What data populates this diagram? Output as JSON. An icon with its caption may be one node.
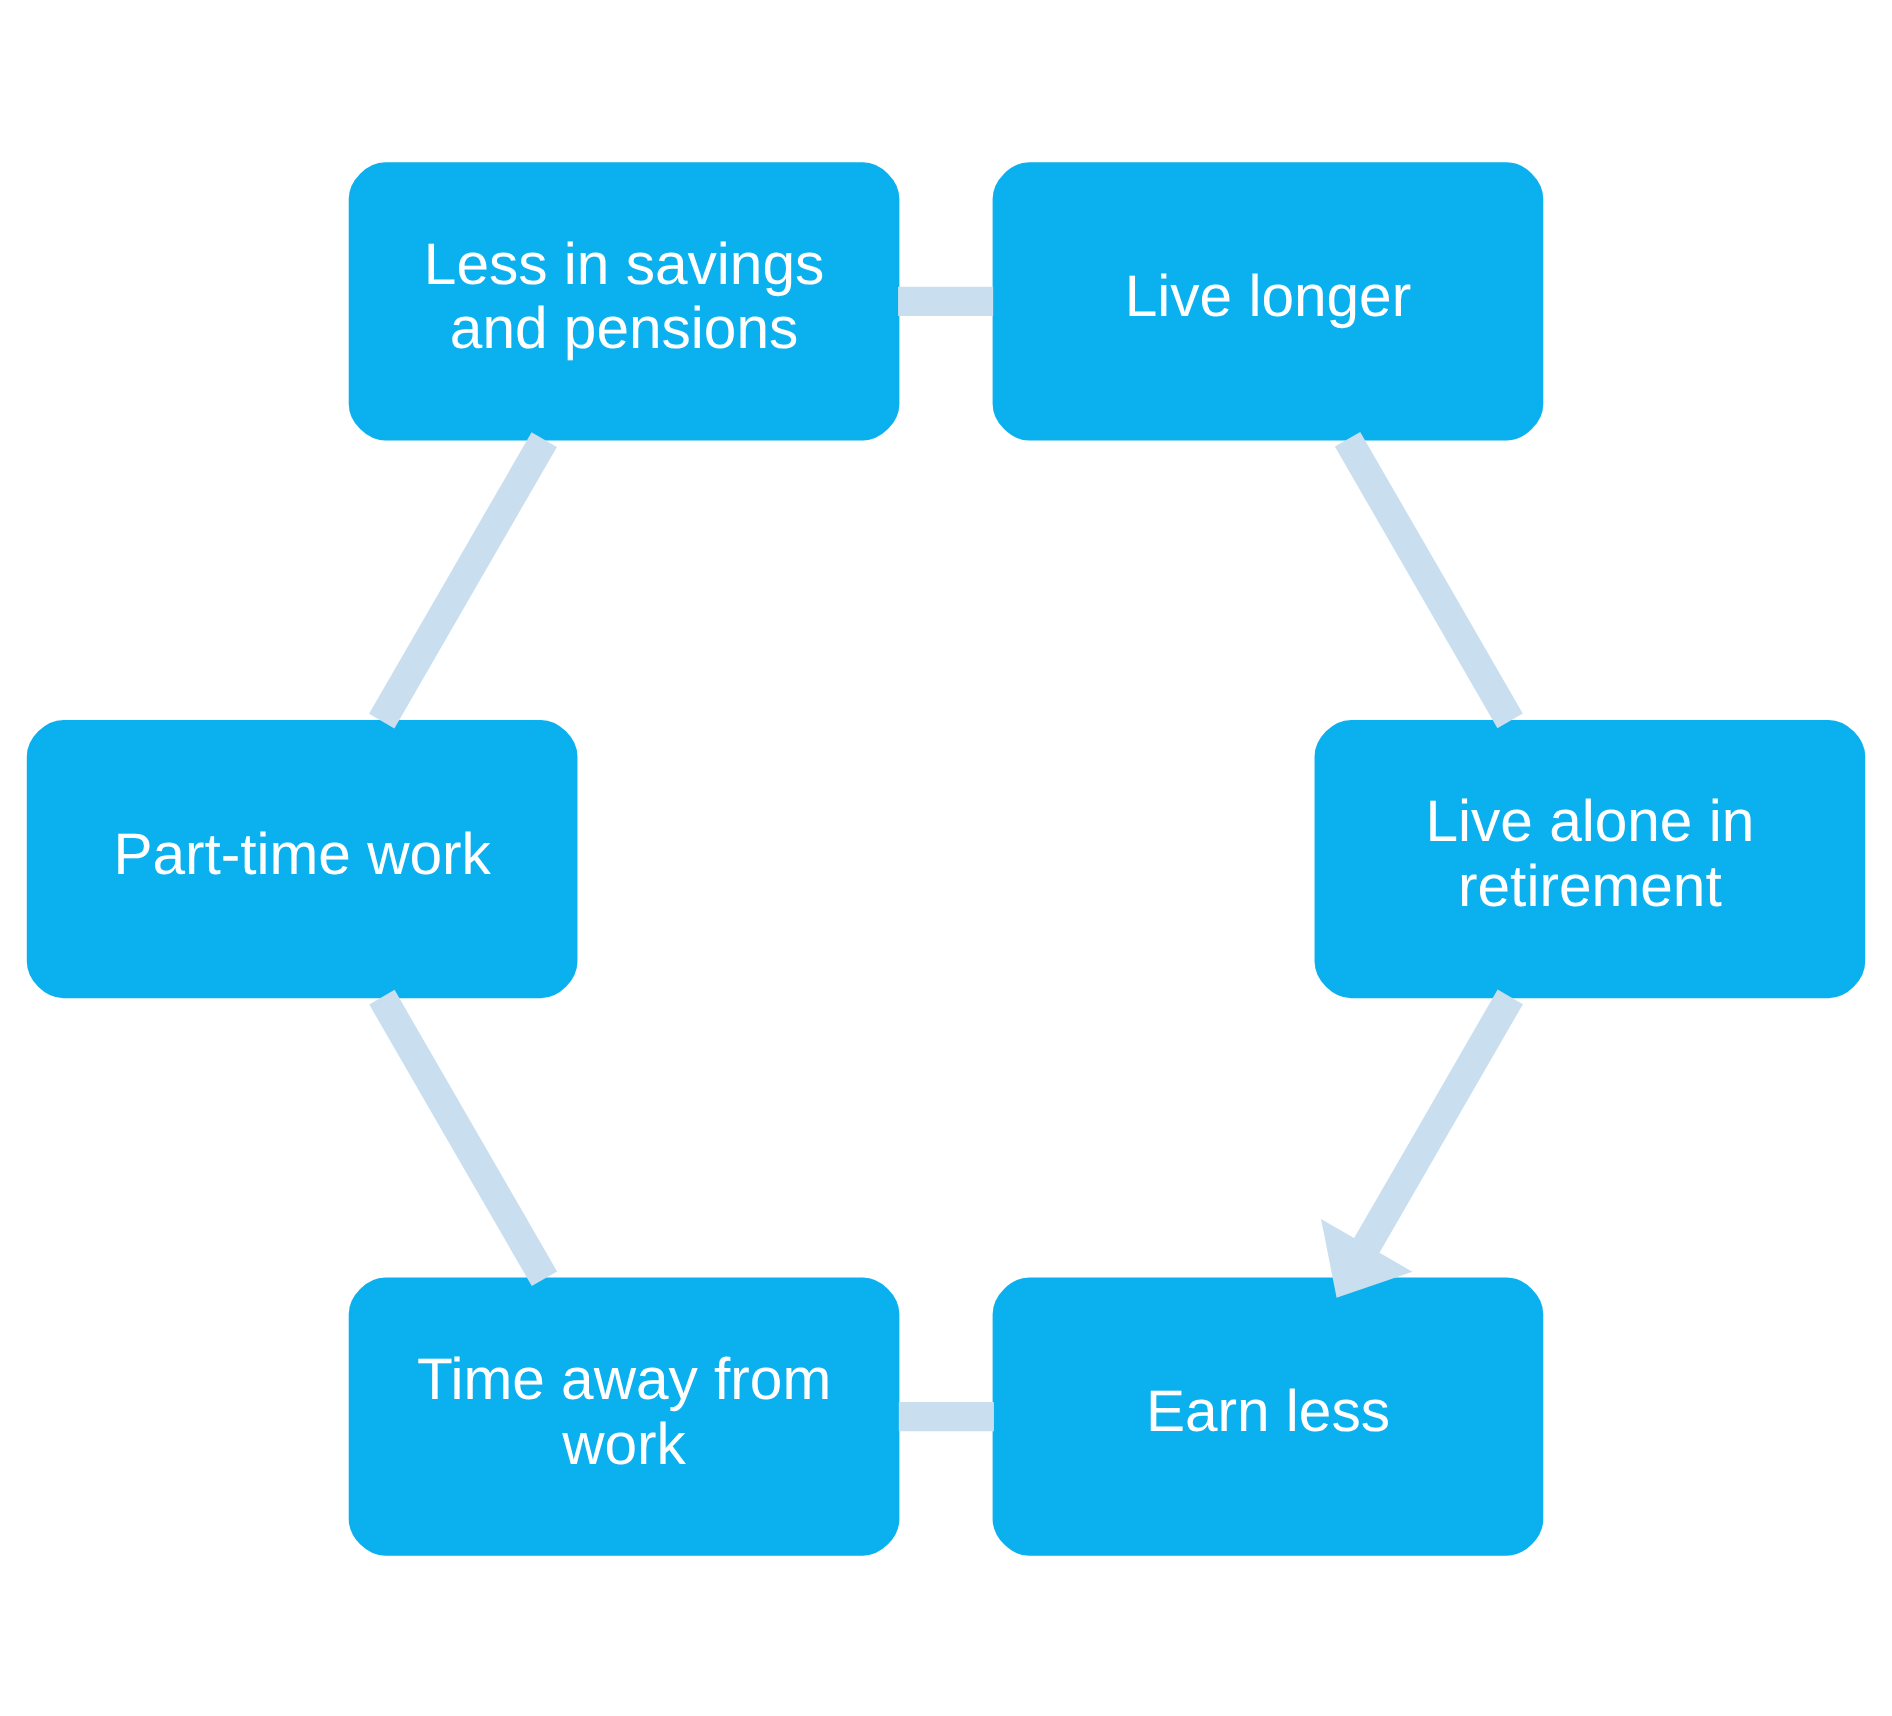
{
  "diagram": {
    "nodes": [
      {
        "text": [
          "Earn less"
        ]
      },
      {
        "text": [
          "Time away from work"
        ]
      },
      {
        "text": [
          "Part-time work"
        ]
      },
      {
        "text": [
          "Less in savings and pensions"
        ]
      },
      {
        "text": [
          "Live longer"
        ]
      },
      {
        "text": [
          "Live alone in retirement"
        ]
      }
    ],
    "edges": [
      {
        "from": 0,
        "to": 1,
        "arrow": "none"
      },
      {
        "from": 1,
        "to": 2,
        "arrow": "none"
      },
      {
        "from": 2,
        "to": 3,
        "arrow": "none"
      },
      {
        "from": 3,
        "to": 4,
        "arrow": "none"
      },
      {
        "from": 4,
        "to": 5,
        "arrow": "none"
      },
      {
        "from": 5,
        "to": 0,
        "arrow": "to"
      }
    ]
  }
}
